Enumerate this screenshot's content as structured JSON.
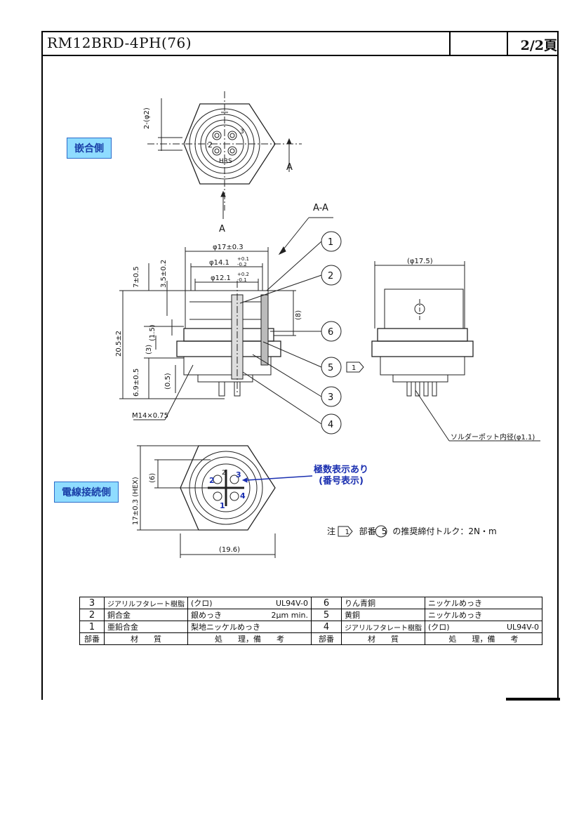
{
  "header": {
    "title": "RM12BRD-4PH(76)",
    "page": "2/2頁"
  },
  "views": {
    "mating_side_label": "嵌合側",
    "wire_side_label": "電線接続側",
    "section_label": "A-A",
    "section_mark": "A",
    "hrs_mark": "HRS",
    "pin_note_line1": "極数表示あり",
    "pin_note_line2": "(番号表示)",
    "solder_pot_note": "ソルダーポット内径(φ1.1)"
  },
  "dimensions": {
    "d_phi2": "2-(φ2)",
    "d17": "φ17±0.3",
    "d14": "φ14.1",
    "d14_tol_up": "+0.1",
    "d14_tol_dn": "-0.2",
    "d12": "φ12.1",
    "d12_tol_up": "+0.2",
    "d12_tol_dn": "-0.1",
    "d7": "7±0.5",
    "d35": "3.5±0.2",
    "d8": "(8)",
    "d15": "(1.5)",
    "d3": "(3)",
    "d205": "20.5±2",
    "d05": "(0.5)",
    "d69": "6.9±0.5",
    "thread": "M14×0.75",
    "d175": "(φ17.5)",
    "d6": "(6)",
    "d17hex": "17±0.3 (HEX)",
    "d196": "(19.6)"
  },
  "callouts": [
    "1",
    "2",
    "6",
    "5",
    "3",
    "4"
  ],
  "callout_flag": "1",
  "pins": {
    "p1": "1",
    "p2": "2",
    "p3": "3",
    "p4": "4"
  },
  "torque_note": {
    "prefix": "注",
    "flag": "1",
    "mid": "部番",
    "circ": "5",
    "text": "の推奨締付トルク：2N・m"
  },
  "parts_table": {
    "rows": [
      {
        "no": "3",
        "material": "ジアリルフタレート樹脂",
        "finish": "(クロ)",
        "spec": "UL94V-0",
        "no2": "6",
        "material2": "りん青銅",
        "finish2": "ニッケルめっき",
        "spec2": ""
      },
      {
        "no": "2",
        "material": "銅合金",
        "finish": "銀めっき",
        "spec": "2μm min.",
        "no2": "5",
        "material2": "黄銅",
        "finish2": "ニッケルめっき",
        "spec2": ""
      },
      {
        "no": "1",
        "material": "亜鉛合金",
        "finish": "梨地ニッケルめっき",
        "spec": "",
        "no2": "4",
        "material2": "ジアリルフタレート樹脂",
        "finish2": "(クロ)",
        "spec2": "UL94V-0"
      }
    ],
    "headers": {
      "no": "部番",
      "material": "材　　質",
      "finish": "処　　理，備　　考",
      "no2": "部番",
      "material2": "材　　質",
      "finish2": "処　　理，備　　考"
    }
  }
}
